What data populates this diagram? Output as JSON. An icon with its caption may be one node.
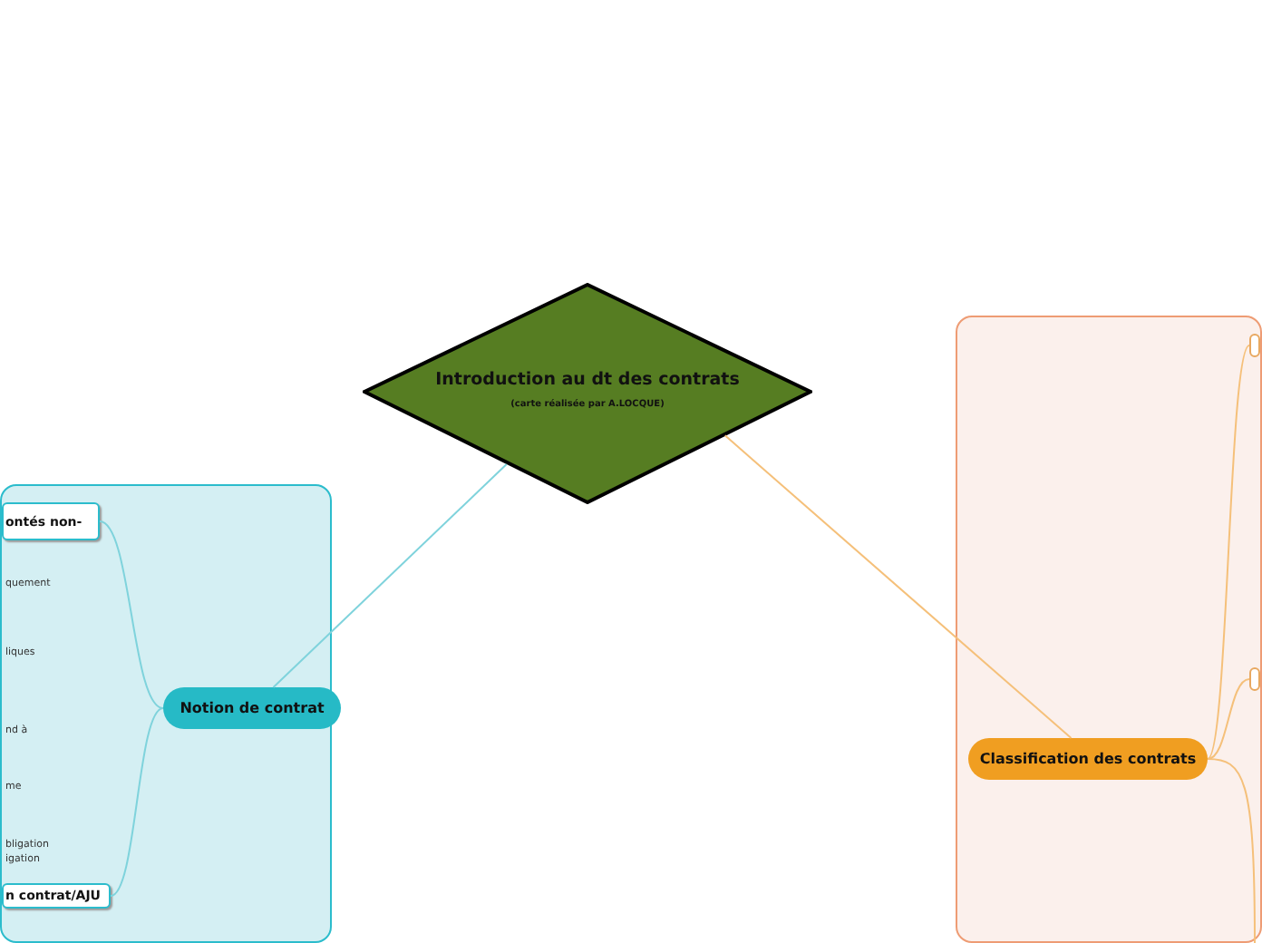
{
  "diagram": {
    "nodes": [
      {
        "text": [
          "Introduction au dt des contrats",
          "(carte réalisée par A.LOCQUE)"
        ]
      },
      {
        "text": [],
        "shape": "box"
      },
      {
        "text": [
          "Notion de contrat"
        ],
        "in": 1
      },
      {
        "text": [
          "ontés non-"
        ],
        "in": 1
      },
      {
        "text": [
          "n contrat/AJU"
        ],
        "in": 1
      },
      {
        "text": [],
        "shape": "box"
      },
      {
        "text": [
          "Classification des contrats"
        ],
        "in": 5
      },
      {
        "text": [],
        "shape": "box",
        "in": 5
      },
      {
        "text": [],
        "shape": "box",
        "in": 5
      }
    ],
    "edges": [
      {
        "from": 0,
        "to": 2,
        "arrow": "none",
        "color": "#7fd3dc"
      },
      {
        "from": 0,
        "to": 6,
        "arrow": "none"
      },
      {
        "from": 2,
        "to": 3,
        "arrow": "none",
        "color": "#7fd3dc"
      },
      {
        "from": 2,
        "to": 4,
        "arrow": "none",
        "color": "#7fd3dc"
      },
      {
        "from": 6,
        "to": 7,
        "arrow": "none"
      },
      {
        "from": 6,
        "to": 8,
        "arrow": "none"
      },
      {
        "from": 6,
        "to": null,
        "arrow": "none"
      }
    ],
    "labels": [
      "quement",
      "liques",
      "nd à",
      "me",
      "bligation igation"
    ]
  }
}
